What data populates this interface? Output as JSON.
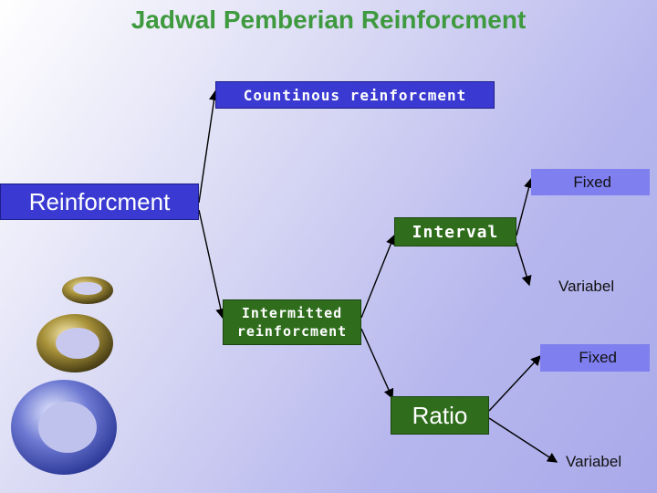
{
  "title": "Jadwal Pemberian Reinforcment",
  "nodes": {
    "continuous": "Countinous reinforcment",
    "reinforcement": "Reinforcment",
    "intermitted_line1": "Intermitted",
    "intermitted_line2": "reinforcment",
    "interval": "Interval",
    "interval_fixed": "Fixed",
    "interval_variabel": "Variabel",
    "ratio": "Ratio",
    "ratio_fixed": "Fixed",
    "ratio_variabel": "Variabel"
  },
  "colors": {
    "title": "#3f9a3f",
    "blue_box": "#3a3ad2",
    "green_box": "#2f6d1c",
    "violet_box": "#7f7ff0"
  }
}
